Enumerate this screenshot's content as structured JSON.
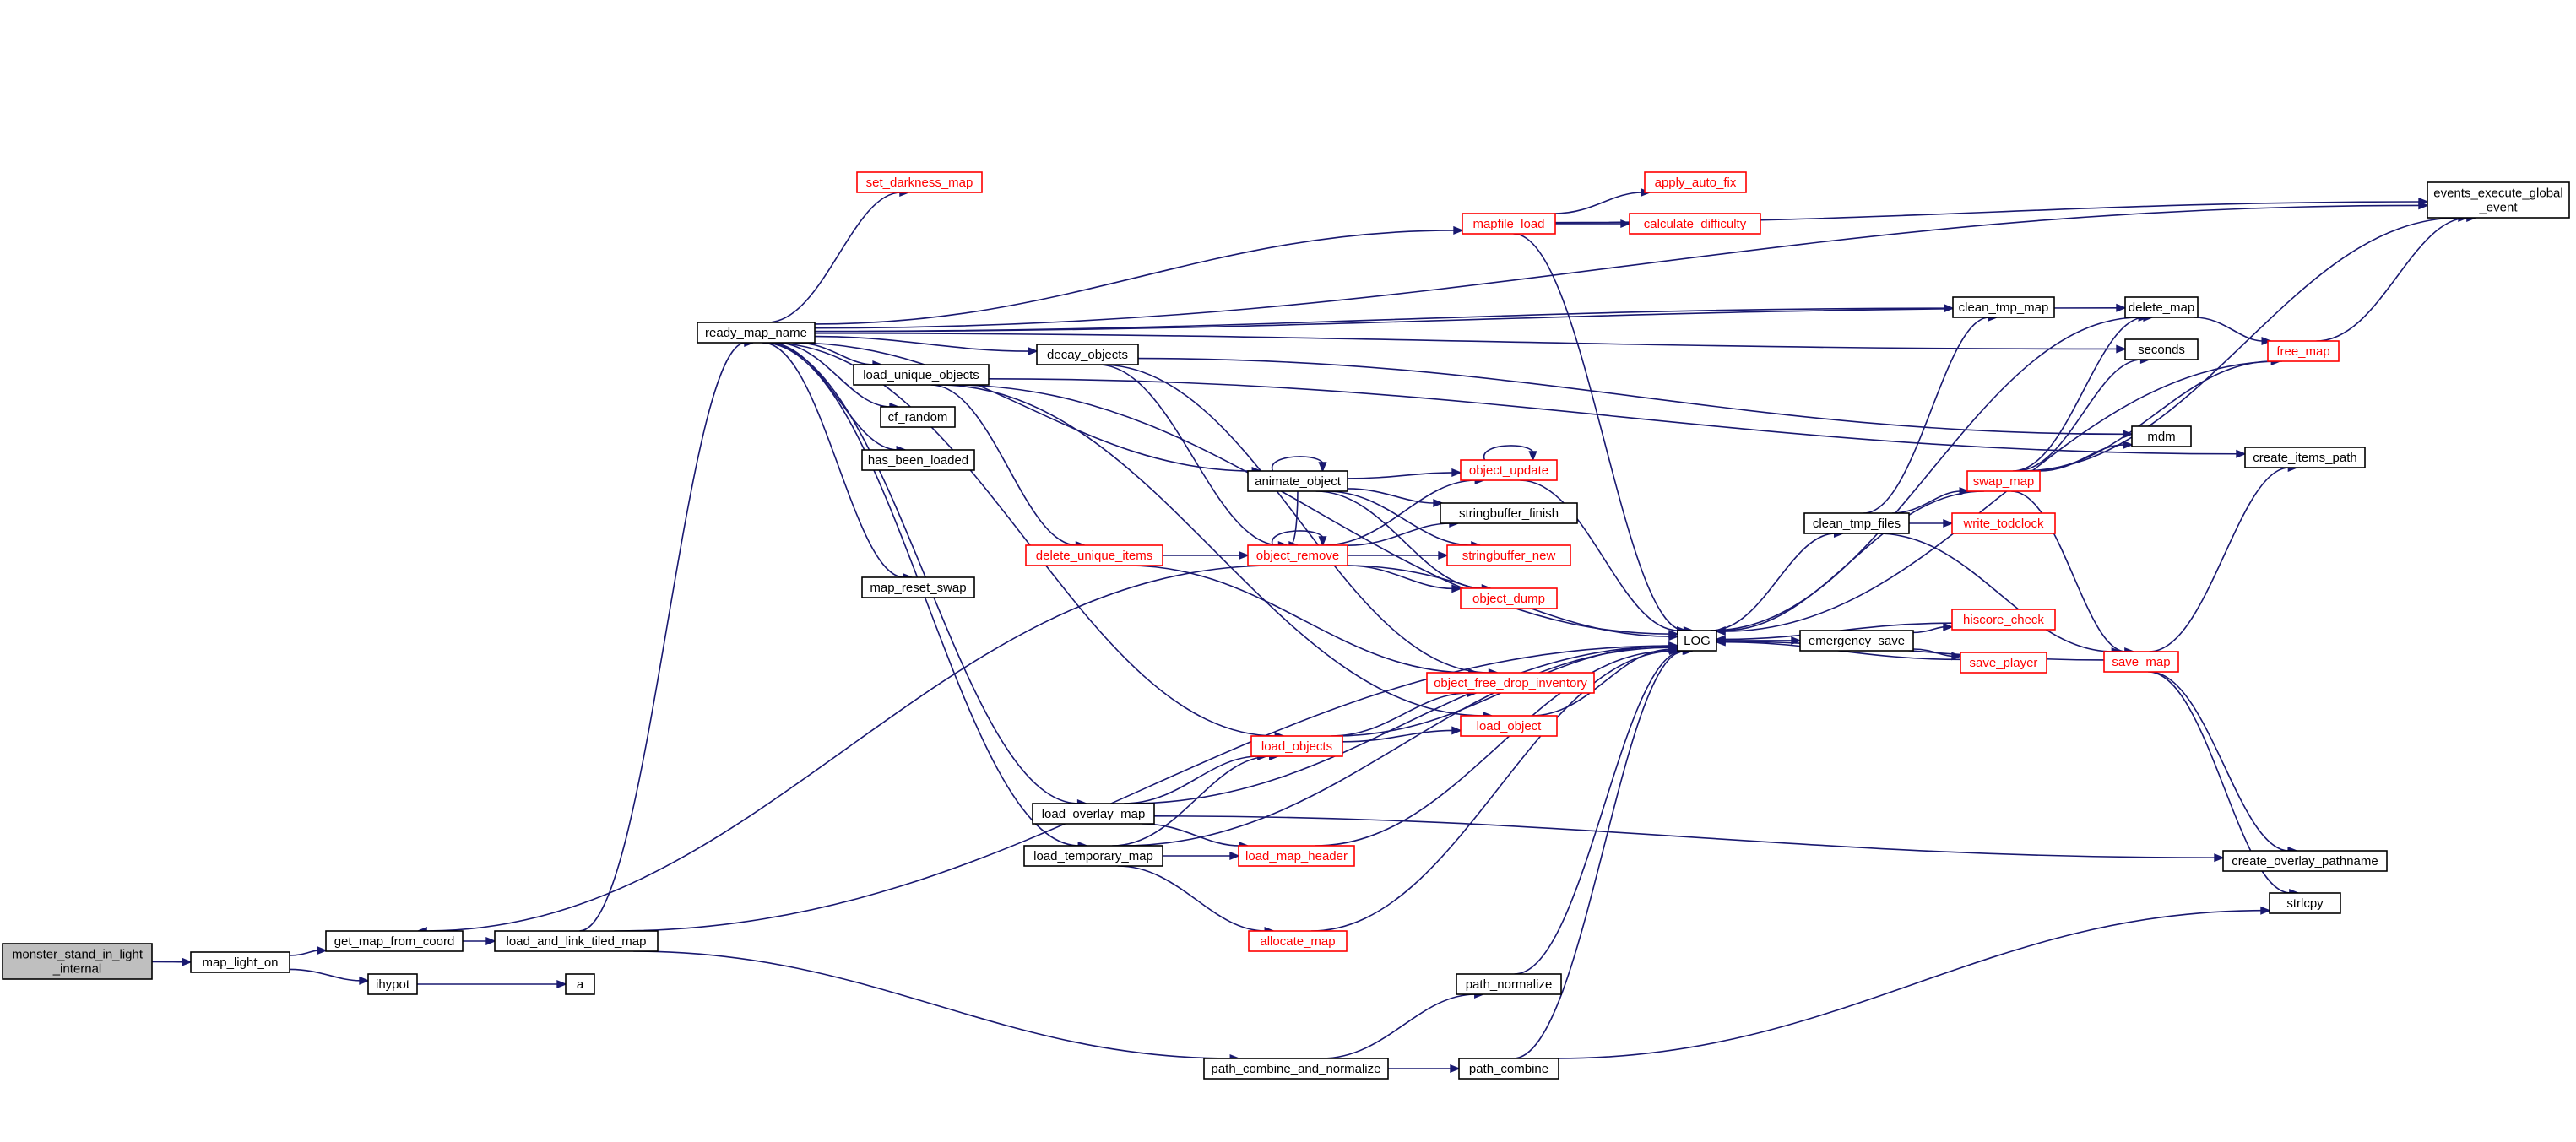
{
  "graph": {
    "nodes": [
      {
        "id": "monster_stand",
        "lines": [
          "monster_stand_in_light",
          "_internal"
        ],
        "red": false,
        "root": true
      },
      {
        "id": "map_light_on",
        "lines": [
          "map_light_on"
        ],
        "red": false
      },
      {
        "id": "get_map_from_coord",
        "lines": [
          "get_map_from_coord"
        ],
        "red": false
      },
      {
        "id": "ihypot",
        "lines": [
          "ihypot"
        ],
        "red": false
      },
      {
        "id": "load_and_link_tiled_map",
        "lines": [
          "load_and_link_tiled_map"
        ],
        "red": false
      },
      {
        "id": "a",
        "lines": [
          "a"
        ],
        "red": false
      },
      {
        "id": "ready_map_name",
        "lines": [
          "ready_map_name"
        ],
        "red": false
      },
      {
        "id": "set_darkness_map",
        "lines": [
          "set_darkness_map"
        ],
        "red": true
      },
      {
        "id": "load_unique_objects",
        "lines": [
          "load_unique_objects"
        ],
        "red": false
      },
      {
        "id": "decay_objects",
        "lines": [
          "decay_objects"
        ],
        "red": false
      },
      {
        "id": "cf_random",
        "lines": [
          "cf_random"
        ],
        "red": false
      },
      {
        "id": "has_been_loaded",
        "lines": [
          "has_been_loaded"
        ],
        "red": false
      },
      {
        "id": "map_reset_swap",
        "lines": [
          "map_reset_swap"
        ],
        "red": false
      },
      {
        "id": "delete_unique_items",
        "lines": [
          "delete_unique_items"
        ],
        "red": true
      },
      {
        "id": "load_overlay_map",
        "lines": [
          "load_overlay_map"
        ],
        "red": false
      },
      {
        "id": "load_temporary_map",
        "lines": [
          "load_temporary_map"
        ],
        "red": false
      },
      {
        "id": "mapfile_load",
        "lines": [
          "mapfile_load"
        ],
        "red": true
      },
      {
        "id": "apply_auto_fix",
        "lines": [
          "apply_auto_fix"
        ],
        "red": true
      },
      {
        "id": "calculate_difficulty",
        "lines": [
          "calculate_difficulty"
        ],
        "red": true
      },
      {
        "id": "animate_object",
        "lines": [
          "animate_object"
        ],
        "red": false
      },
      {
        "id": "object_update",
        "lines": [
          "object_update"
        ],
        "red": true
      },
      {
        "id": "stringbuffer_finish",
        "lines": [
          "stringbuffer_finish"
        ],
        "red": false
      },
      {
        "id": "stringbuffer_new",
        "lines": [
          "stringbuffer_new"
        ],
        "red": true
      },
      {
        "id": "object_dump",
        "lines": [
          "object_dump"
        ],
        "red": true
      },
      {
        "id": "object_remove",
        "lines": [
          "object_remove"
        ],
        "red": true
      },
      {
        "id": "object_free_drop_inventory",
        "lines": [
          "object_free_drop_inventory"
        ],
        "red": true
      },
      {
        "id": "load_object",
        "lines": [
          "load_object"
        ],
        "red": true
      },
      {
        "id": "load_objects",
        "lines": [
          "load_objects"
        ],
        "red": true
      },
      {
        "id": "load_map_header",
        "lines": [
          "load_map_header"
        ],
        "red": true
      },
      {
        "id": "allocate_map",
        "lines": [
          "allocate_map"
        ],
        "red": true
      },
      {
        "id": "path_normalize",
        "lines": [
          "path_normalize"
        ],
        "red": false
      },
      {
        "id": "path_combine_and_normalize",
        "lines": [
          "path_combine_and_normalize"
        ],
        "red": false
      },
      {
        "id": "path_combine",
        "lines": [
          "path_combine"
        ],
        "red": false
      },
      {
        "id": "LOG",
        "lines": [
          "LOG"
        ],
        "red": false
      },
      {
        "id": "clean_tmp_files",
        "lines": [
          "clean_tmp_files"
        ],
        "red": false
      },
      {
        "id": "emergency_save",
        "lines": [
          "emergency_save"
        ],
        "red": false
      },
      {
        "id": "hiscore_check",
        "lines": [
          "hiscore_check"
        ],
        "red": true
      },
      {
        "id": "save_player",
        "lines": [
          "save_player"
        ],
        "red": true
      },
      {
        "id": "write_todclock",
        "lines": [
          "write_todclock"
        ],
        "red": true
      },
      {
        "id": "swap_map",
        "lines": [
          "swap_map"
        ],
        "red": true
      },
      {
        "id": "clean_tmp_map",
        "lines": [
          "clean_tmp_map"
        ],
        "red": false
      },
      {
        "id": "delete_map",
        "lines": [
          "delete_map"
        ],
        "red": false
      },
      {
        "id": "seconds",
        "lines": [
          "seconds"
        ],
        "red": false
      },
      {
        "id": "mdm",
        "lines": [
          "mdm"
        ],
        "red": false
      },
      {
        "id": "save_map",
        "lines": [
          "save_map"
        ],
        "red": true
      },
      {
        "id": "free_map",
        "lines": [
          "free_map"
        ],
        "red": true
      },
      {
        "id": "events_execute_global_event",
        "lines": [
          "events_execute_global",
          "_event"
        ],
        "red": false
      },
      {
        "id": "create_items_path",
        "lines": [
          "create_items_path"
        ],
        "red": false
      },
      {
        "id": "create_overlay_pathname",
        "lines": [
          "create_overlay_pathname"
        ],
        "red": false
      },
      {
        "id": "strlcpy",
        "lines": [
          "strlcpy"
        ],
        "red": false
      }
    ],
    "edges": [
      [
        "monster_stand",
        "map_light_on"
      ],
      [
        "map_light_on",
        "get_map_from_coord"
      ],
      [
        "map_light_on",
        "ihypot"
      ],
      [
        "get_map_from_coord",
        "load_and_link_tiled_map"
      ],
      [
        "ihypot",
        "a"
      ],
      [
        "load_and_link_tiled_map",
        "ready_map_name"
      ],
      [
        "load_and_link_tiled_map",
        "path_combine_and_normalize"
      ],
      [
        "load_and_link_tiled_map",
        "LOG"
      ],
      [
        "ready_map_name",
        "set_darkness_map"
      ],
      [
        "ready_map_name",
        "mapfile_load"
      ],
      [
        "ready_map_name",
        "decay_objects"
      ],
      [
        "ready_map_name",
        "load_unique_objects"
      ],
      [
        "ready_map_name",
        "cf_random"
      ],
      [
        "ready_map_name",
        "has_been_loaded"
      ],
      [
        "ready_map_name",
        "map_reset_swap"
      ],
      [
        "ready_map_name",
        "animate_object"
      ],
      [
        "ready_map_name",
        "load_overlay_map"
      ],
      [
        "ready_map_name",
        "load_temporary_map"
      ],
      [
        "ready_map_name",
        "load_objects"
      ],
      [
        "ready_map_name",
        "events_execute_global_event"
      ],
      [
        "ready_map_name",
        "delete_map"
      ],
      [
        "ready_map_name",
        "seconds"
      ],
      [
        "ready_map_name",
        "clean_tmp_map"
      ],
      [
        "load_unique_objects",
        "delete_unique_items"
      ],
      [
        "load_unique_objects",
        "load_object"
      ],
      [
        "load_unique_objects",
        "LOG"
      ],
      [
        "load_unique_objects",
        "create_items_path"
      ],
      [
        "decay_objects",
        "object_remove"
      ],
      [
        "decay_objects",
        "object_free_drop_inventory"
      ],
      [
        "decay_objects",
        "mdm"
      ],
      [
        "delete_unique_items",
        "object_remove"
      ],
      [
        "delete_unique_items",
        "object_free_drop_inventory"
      ],
      [
        "load_overlay_map",
        "load_objects"
      ],
      [
        "load_overlay_map",
        "load_map_header"
      ],
      [
        "load_overlay_map",
        "LOG"
      ],
      [
        "load_overlay_map",
        "create_overlay_pathname"
      ],
      [
        "load_temporary_map",
        "load_objects"
      ],
      [
        "load_temporary_map",
        "load_map_header"
      ],
      [
        "load_temporary_map",
        "allocate_map"
      ],
      [
        "load_temporary_map",
        "LOG"
      ],
      [
        "mapfile_load",
        "apply_auto_fix"
      ],
      [
        "mapfile_load",
        "calculate_difficulty"
      ],
      [
        "mapfile_load",
        "LOG"
      ],
      [
        "mapfile_load",
        "events_execute_global_event"
      ],
      [
        "animate_object",
        "animate_object"
      ],
      [
        "animate_object",
        "object_update"
      ],
      [
        "animate_object",
        "stringbuffer_finish"
      ],
      [
        "animate_object",
        "stringbuffer_new"
      ],
      [
        "animate_object",
        "object_dump"
      ],
      [
        "animate_object",
        "object_remove"
      ],
      [
        "object_update",
        "object_update"
      ],
      [
        "object_update",
        "LOG"
      ],
      [
        "object_remove",
        "object_remove"
      ],
      [
        "object_remove",
        "object_update"
      ],
      [
        "object_remove",
        "stringbuffer_finish"
      ],
      [
        "object_remove",
        "stringbuffer_new"
      ],
      [
        "object_remove",
        "object_dump"
      ],
      [
        "object_remove",
        "LOG"
      ],
      [
        "object_remove",
        "get_map_from_coord"
      ],
      [
        "load_objects",
        "object_free_drop_inventory"
      ],
      [
        "load_objects",
        "load_object"
      ],
      [
        "load_objects",
        "LOG"
      ],
      [
        "load_object",
        "LOG"
      ],
      [
        "load_map_header",
        "LOG"
      ],
      [
        "allocate_map",
        "LOG"
      ],
      [
        "path_combine_and_normalize",
        "path_normalize"
      ],
      [
        "path_combine_and_normalize",
        "path_combine"
      ],
      [
        "path_normalize",
        "LOG"
      ],
      [
        "path_combine",
        "LOG"
      ],
      [
        "path_combine",
        "strlcpy"
      ],
      [
        "LOG",
        "clean_tmp_files"
      ],
      [
        "LOG",
        "emergency_save"
      ],
      [
        "LOG",
        "delete_map"
      ],
      [
        "emergency_save",
        "LOG"
      ],
      [
        "emergency_save",
        "hiscore_check"
      ],
      [
        "emergency_save",
        "save_player"
      ],
      [
        "hiscore_check",
        "LOG"
      ],
      [
        "save_player",
        "LOG"
      ],
      [
        "clean_tmp_files",
        "clean_tmp_map"
      ],
      [
        "clean_tmp_files",
        "swap_map"
      ],
      [
        "clean_tmp_files",
        "write_todclock"
      ],
      [
        "clean_tmp_files",
        "save_map"
      ],
      [
        "swap_map",
        "LOG"
      ],
      [
        "swap_map",
        "delete_map"
      ],
      [
        "swap_map",
        "seconds"
      ],
      [
        "swap_map",
        "mdm"
      ],
      [
        "swap_map",
        "free_map"
      ],
      [
        "swap_map",
        "save_map"
      ],
      [
        "swap_map",
        "events_execute_global_event"
      ],
      [
        "save_map",
        "LOG"
      ],
      [
        "save_map",
        "create_items_path"
      ],
      [
        "save_map",
        "create_overlay_pathname"
      ],
      [
        "save_map",
        "strlcpy"
      ],
      [
        "delete_map",
        "free_map"
      ],
      [
        "free_map",
        "LOG"
      ],
      [
        "free_map",
        "events_execute_global_event"
      ]
    ]
  }
}
